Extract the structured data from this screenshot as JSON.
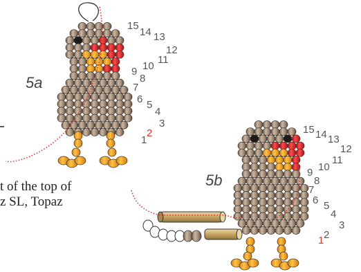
{
  "figure_a": {
    "label": "5a",
    "row_numbers": [
      "15",
      "14",
      "13",
      "12",
      "11",
      "10",
      "9",
      "8",
      "7",
      "6",
      "5",
      "4",
      "3",
      "2",
      "1"
    ],
    "highlight_number": "2"
  },
  "figure_b": {
    "label": "5b",
    "row_numbers": [
      "15",
      "14",
      "13",
      "12",
      "11",
      "10",
      "9",
      "8",
      "7",
      "6",
      "5",
      "4",
      "3",
      "2",
      "1"
    ],
    "highlight_number": "1"
  },
  "caption": {
    "line1": "t of the top of",
    "line2": "z SL, Topaz"
  },
  "colors": {
    "bead_body": "#9e8a76",
    "bead_red": "#d9242a",
    "bead_orange": "#f2a21d",
    "bead_black": "#1e1a18",
    "thread": "#e0312b",
    "number_highlight": "#e0312b"
  }
}
